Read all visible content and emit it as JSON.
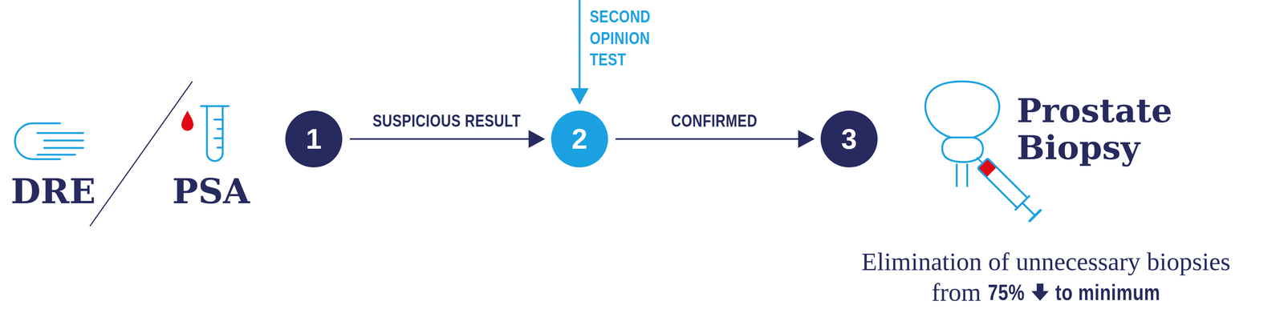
{
  "diagram": {
    "nodes": [
      {
        "text": [
          "1"
        ]
      },
      {
        "text": [
          "2"
        ]
      },
      {
        "text": [
          "3"
        ]
      }
    ],
    "edges": [
      {
        "from": 0,
        "to": 1,
        "arrow": "to",
        "label": "SUSPICIOUS RESULT"
      },
      {
        "from": 1,
        "to": 2,
        "arrow": "to",
        "label": "CONFIRMED"
      }
    ],
    "labels": [
      "SECOND OPINION TEST",
      "DRE",
      "PSA",
      "Prostate Biopsy",
      "Elimination of unnecessary biopsies",
      "from",
      "75%",
      "to minimum"
    ]
  }
}
